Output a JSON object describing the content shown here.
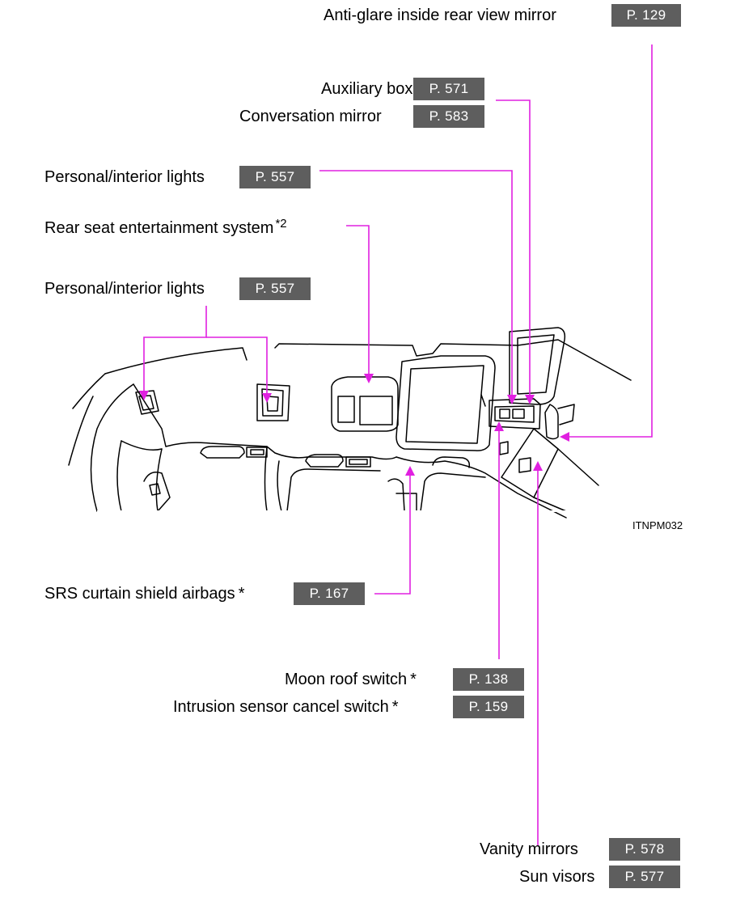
{
  "callouts": {
    "antiglare": {
      "label": "Anti-glare inside rear view mirror",
      "page": "P. 129"
    },
    "auxbox": {
      "label": "Auxiliary box",
      "page": "P. 571"
    },
    "convmirror": {
      "label": "Conversation mirror",
      "page": "P. 583"
    },
    "personal1": {
      "label": "Personal/interior lights",
      "page": "P. 557"
    },
    "rse": {
      "label": "Rear seat entertainment system",
      "sup": "*2"
    },
    "personal2": {
      "label": "Personal/interior lights",
      "page": "P. 557"
    },
    "srs": {
      "label": "SRS curtain shield airbags",
      "star": "*",
      "page": "P. 167"
    },
    "moonroof": {
      "label": "Moon roof switch",
      "star": "*",
      "page": "P. 138"
    },
    "intrusion": {
      "label": "Intrusion sensor cancel switch",
      "star": "*",
      "page": "P. 159"
    },
    "vanity": {
      "label": "Vanity mirrors",
      "page": "P. 578"
    },
    "sunvisors": {
      "label": "Sun visors",
      "page": "P. 577"
    }
  },
  "image_code": "ITNPM032",
  "colors": {
    "leader": "#e020e0",
    "page_box": "#5e5e5e"
  }
}
